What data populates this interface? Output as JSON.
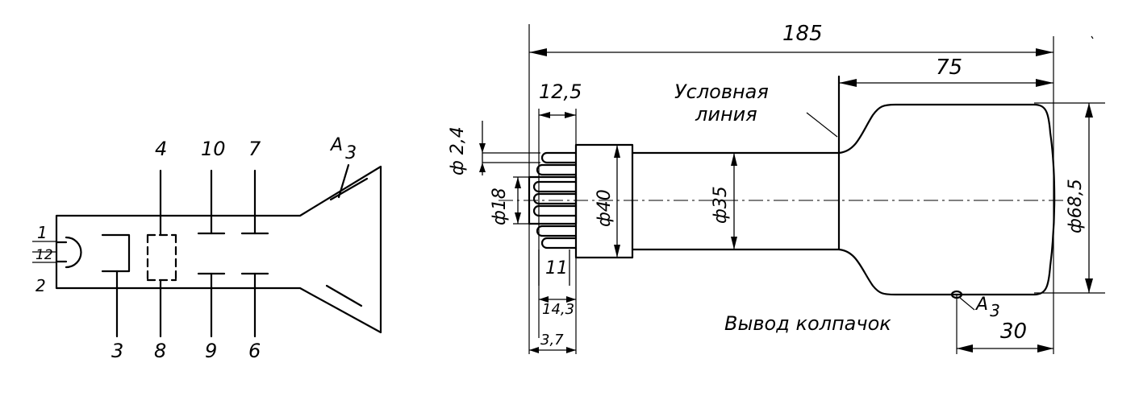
{
  "schematic": {
    "pins": {
      "p1": "1",
      "p2": "2",
      "p12": "12",
      "p3": "3",
      "p4": "4",
      "p6": "6",
      "p7": "7",
      "p8": "8",
      "p9": "9",
      "p10": "10",
      "a3": "А",
      "a3_sub": "3"
    }
  },
  "drawing": {
    "dims": {
      "overall": "185",
      "bulb": "75",
      "base": "12,5",
      "pin_dia": "ф 2,4",
      "base_pitch": "ф18",
      "base_dia": "ф40",
      "neck_dia": "ф35",
      "screen_dia": "ф68,5",
      "pin_len": "11",
      "d143": "14,3",
      "d37": "3,7",
      "cap_offset": "30"
    },
    "notes": {
      "ref_line_1": "Условная",
      "ref_line_2": "линия",
      "cap_lead": "Вывод колпачок",
      "cap_anode": "А",
      "cap_anode_sub": "3"
    }
  }
}
